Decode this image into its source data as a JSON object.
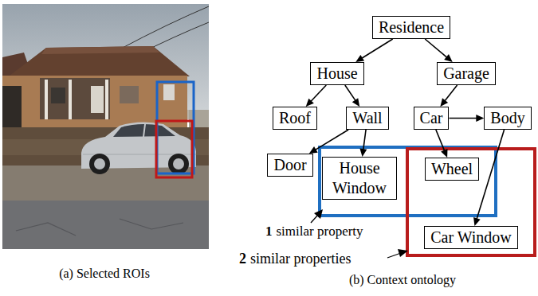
{
  "diagram": {
    "nodes": [
      {
        "text": [
          "Residence"
        ]
      },
      {
        "text": [
          "House"
        ]
      },
      {
        "text": [
          "Garage"
        ]
      },
      {
        "text": [
          "Roof"
        ]
      },
      {
        "text": [
          "Wall"
        ]
      },
      {
        "text": [
          "Car"
        ]
      },
      {
        "text": [
          "Body"
        ]
      },
      {
        "text": [
          "Door"
        ]
      },
      {
        "text": [
          "House Window"
        ]
      },
      {
        "text": [
          "Wheel"
        ]
      },
      {
        "text": [
          "Car Window"
        ]
      }
    ],
    "edges": [
      {
        "from": 0,
        "to": 1,
        "arrow": "to"
      },
      {
        "from": 0,
        "to": 2,
        "arrow": "to"
      },
      {
        "from": 1,
        "to": 3,
        "arrow": "to"
      },
      {
        "from": 1,
        "to": 4,
        "arrow": "to"
      },
      {
        "from": 2,
        "to": 5,
        "arrow": "to"
      },
      {
        "from": 5,
        "to": 6,
        "arrow": "to"
      },
      {
        "from": 4,
        "to": 7,
        "arrow": "to"
      },
      {
        "from": 4,
        "to": 8,
        "arrow": "to"
      },
      {
        "from": 5,
        "to": 9,
        "arrow": "to"
      },
      {
        "from": 6,
        "to": 10,
        "arrow": "to"
      }
    ],
    "labels": [
      "1",
      "similar property",
      "2",
      "similar properties",
      "(a) Selected ROIs",
      "(b) Context ontology"
    ]
  }
}
